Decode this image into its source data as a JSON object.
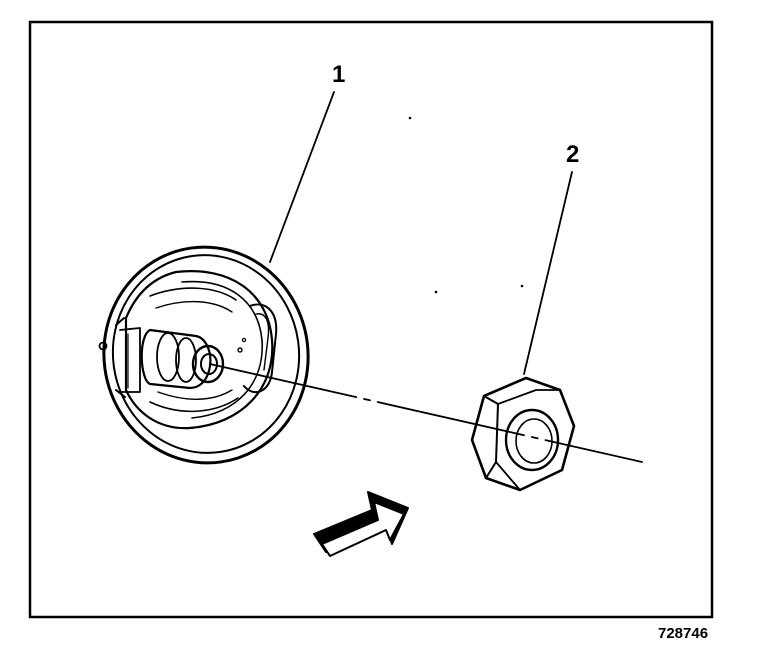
{
  "diagram": {
    "callouts": [
      {
        "id": "1",
        "label": "1"
      },
      {
        "id": "2",
        "label": "2"
      }
    ],
    "figure_id": "728746",
    "colors": {
      "ink": "#000000",
      "paper": "#ffffff"
    },
    "icons": [
      "housing-assembly-icon",
      "hex-nut-icon",
      "direction-arrow-icon"
    ]
  }
}
